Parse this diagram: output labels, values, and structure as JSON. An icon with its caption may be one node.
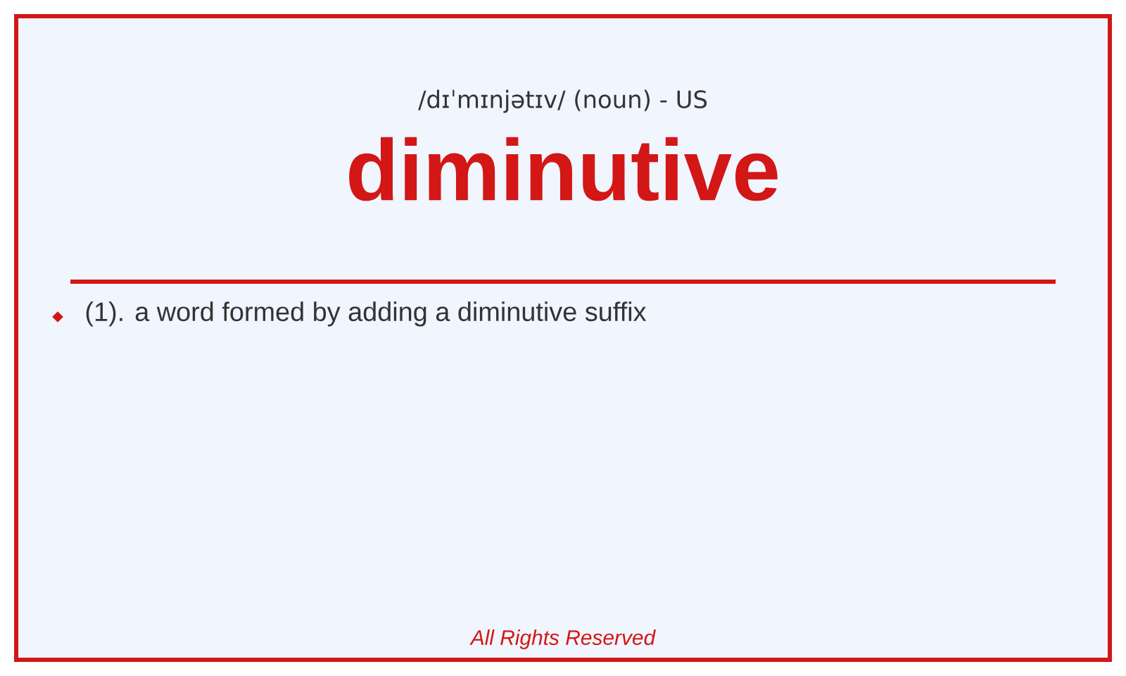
{
  "diagram": {
    "title": "diminutive",
    "labels": [
      "/dɪˈmɪnjətɪv/ (noun) - US",
      "(1). a word formed by adding a diminutive suffix",
      "All Rights Reserved"
    ]
  }
}
